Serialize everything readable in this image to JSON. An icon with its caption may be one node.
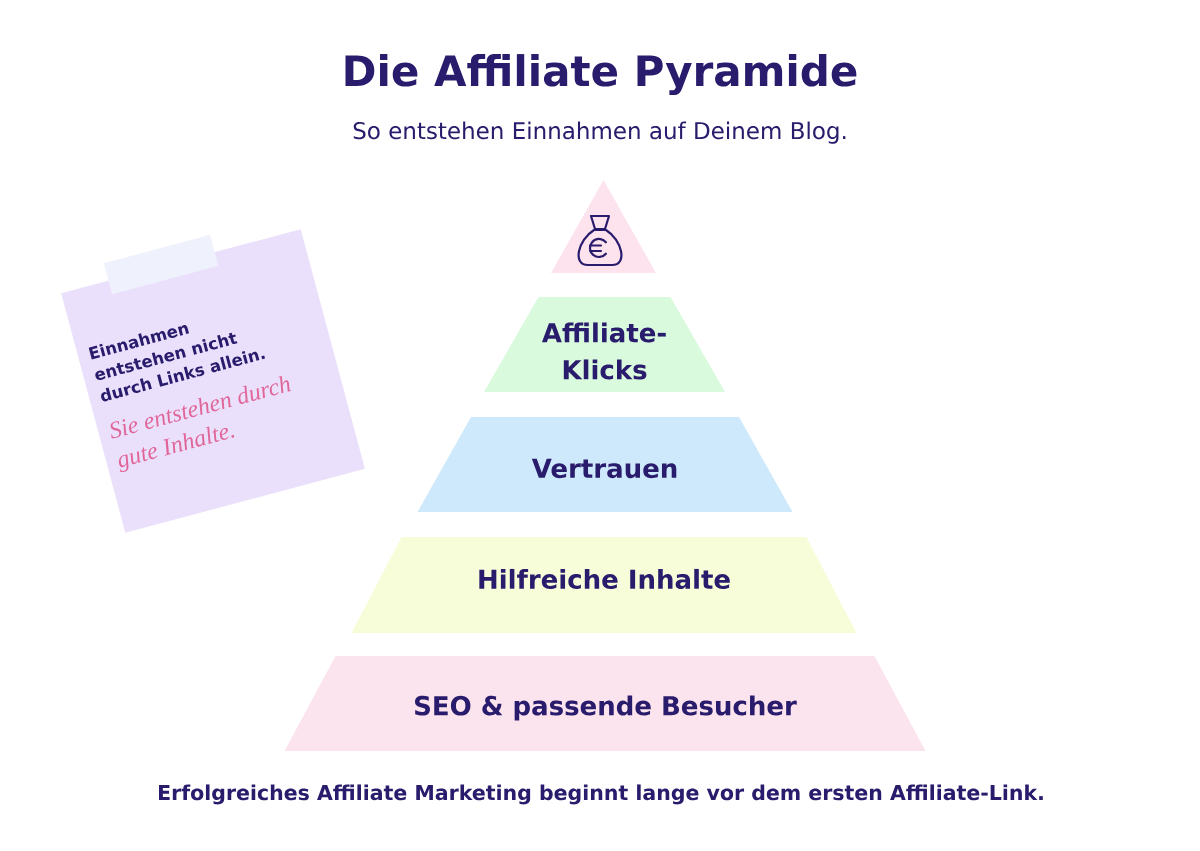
{
  "diagram": {
    "title": "Die Affiliate Pyramide",
    "caption": "Erfolgreiches Affiliate Marketing beginnt lange vor dem ersten Affiliate-Link.",
    "nodes": [
      {
        "text": [],
        "shape": "triangle"
      },
      {
        "text": [
          "Affiliate- Klicks"
        ]
      },
      {
        "text": [
          "Vertrauen"
        ]
      },
      {
        "text": [
          "Hilfreiche Inhalte"
        ]
      },
      {
        "text": [
          "SEO & passende Besucher"
        ]
      },
      {
        "text": [
          "Einnahmen entstehen nicht durch Links allein.",
          "Sie entstehen durch gute Inhalte."
        ]
      }
    ],
    "labels": [
      "So entstehen Einnahmen auf Deinem Blog."
    ]
  }
}
